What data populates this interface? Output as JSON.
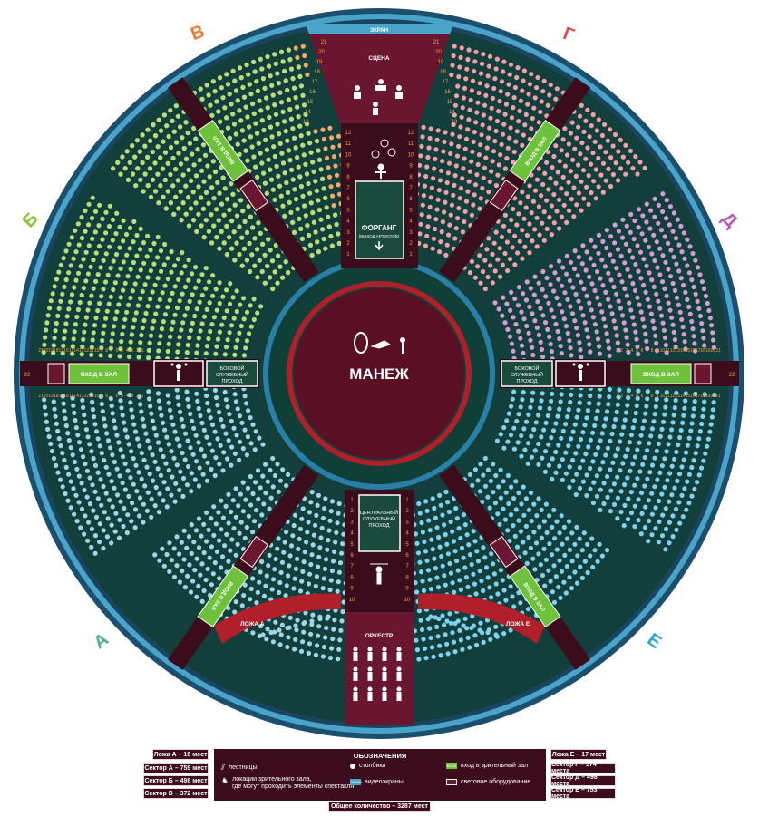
{
  "screen_label": "ЭКРАН",
  "stage_label": "СЦЕНА",
  "forgang_label": "ФОРГАНГ",
  "forgang_sub": "(ВЫХОД АРТИСТОВ)",
  "arena_label": "МАНЕЖ",
  "side_passage_label": [
    "БОКОВОЙ",
    "СЛУЖЕБНЫЙ",
    "ПРОХОД"
  ],
  "central_passage_label": [
    "ЦЕНТРАЛЬНЫЙ",
    "СЛУЖЕБНЫЙ",
    "ПРОХОД"
  ],
  "entrance_label": "ВХОД В ЗАЛ",
  "orchestra_label": "ОРКЕСТР",
  "lodge_a_label": "ЛОЖА А",
  "lodge_e_label": "ЛОЖА Е",
  "sector_letters": [
    "А",
    "Б",
    "В",
    "Г",
    "Д",
    "Е"
  ],
  "sector_colors": {
    "A": "#9fd6e6",
    "B": "#b6dc7c",
    "V": "#f2a866",
    "G": "#f0a0a6",
    "D": "#d79ad6",
    "E": "#7fd2ee"
  },
  "letter_colors": {
    "А": "#4fb08a",
    "Б": "#8cc63f",
    "В": "#e87d35",
    "Г": "#e84a4a",
    "Д": "#b55ab8",
    "Е": "#2fa6d6"
  },
  "row_numbers_top": [
    "21",
    "20",
    "19",
    "18",
    "17",
    "16",
    "15",
    "14",
    "13"
  ],
  "row_numbers_mid": [
    "12",
    "11",
    "10",
    "9",
    "8",
    "7",
    "6",
    "5",
    "4",
    "3",
    "2",
    "1"
  ],
  "row_numbers_bottom": [
    "1",
    "2",
    "3",
    "4",
    "5",
    "6",
    "7",
    "8",
    "9",
    "10"
  ],
  "row_numbers_side": [
    "21",
    "20",
    "19",
    "18",
    "17",
    "16",
    "15",
    "14",
    "13",
    "12",
    "11",
    "10",
    "9",
    "8",
    "7",
    "6",
    "5",
    "4",
    "3",
    "2",
    "1"
  ],
  "row_side_22": "22",
  "legend": {
    "title": "ОБОЗНАЧЕНИЯ",
    "stairs": "лестницы",
    "pillars": "столбики",
    "entrance": "вход в зрительный зал",
    "locations": "локации зрительного зала,\nгде могут проходить элементы спектакля",
    "screens": "видеоэкраны",
    "screen_chip": "ЭКРАН",
    "lights": "световое оборудование",
    "entrance_chip": "ВХОД"
  },
  "left_counts": [
    "Ложа А – 16 мест",
    "Сектор А – 759 мест",
    "Сектор Б – 498 мест",
    "Сектор В – 372 мест"
  ],
  "right_counts": [
    "Ложа Е – 17 мест",
    "Сектор Г – 374 места",
    "Сектор Д – 498 места",
    "Сектор Е – 753 места"
  ],
  "total": "Общее количество – 3287 мест"
}
